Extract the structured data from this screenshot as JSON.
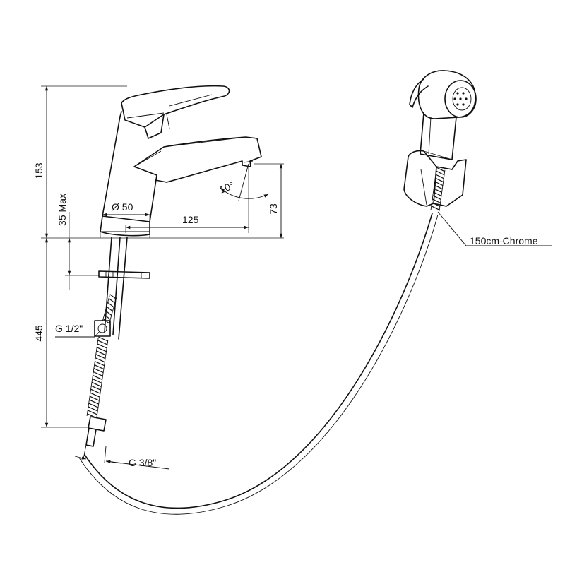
{
  "dimensions": {
    "faucet_height": "153",
    "max_thickness": "35 Max",
    "body_diameter": "Ø 50",
    "spout_reach": "125",
    "spout_height": "73",
    "spout_angle": "10°",
    "tail_length": "445",
    "inlet_thread": "G 1/2\"",
    "hose_thread": "G 3/8\"",
    "hose_spec": "150cm-Chrome"
  }
}
